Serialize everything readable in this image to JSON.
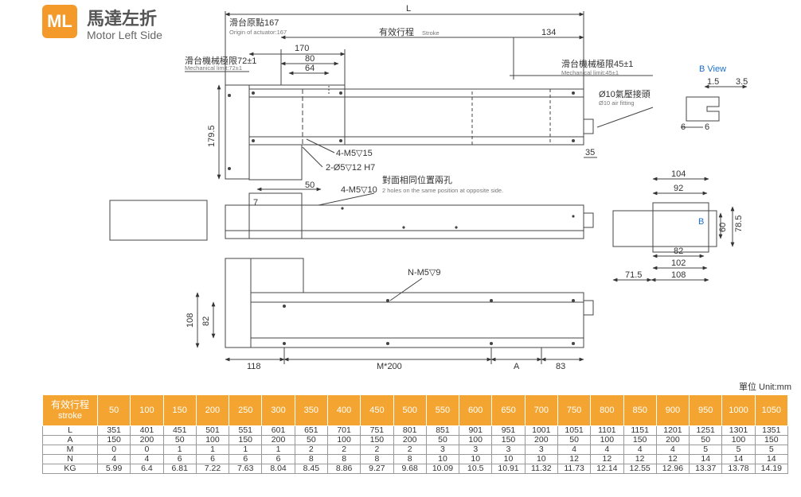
{
  "header": {
    "badge": "ML",
    "title_zh": "馬達左折",
    "title_en": "Motor Left Side"
  },
  "colors": {
    "accent": "#f39a2b",
    "table_header": "#f4a531",
    "line": "#333333",
    "blue_label": "#1a6fc9"
  },
  "drawing": {
    "L": "L",
    "origin_zh": "滑台原點167",
    "origin_en": "Origin of actuator:167",
    "stroke_zh": "有效行程",
    "stroke_en": "Stroke",
    "d134": "134",
    "d170": "170",
    "d80": "80",
    "d64": "64",
    "limit72_zh": "滑台機械極限72±1",
    "limit72_en": "Mechanical limit:72±1",
    "limit45_zh": "滑台機械極限45±1",
    "limit45_en": "Mechanical limit:45±1",
    "air_zh": "Ø10氣壓接頭",
    "air_en": "Ø10 air fitting",
    "d179_5": "179.5",
    "m5_15": "4-M5▽15",
    "phi5": "2-Ø5▽12 H7",
    "d35": "35",
    "d50": "50",
    "opp_zh": "對面相同位置兩孔",
    "opp_m5": "4-M5▽10",
    "opp_en": "2 holes on the same position at opposite side.",
    "d7": "7",
    "bview": "B View",
    "d1_5": "1.5",
    "d3_5": "3.5",
    "d6a": "6",
    "d6b": "6",
    "d104": "104",
    "d92": "92",
    "bmark": "B",
    "d60": "60",
    "d78_5": "78.5",
    "d82r": "82",
    "d102": "102",
    "d71_5": "71.5",
    "d108r": "108",
    "nm5": "N-M5▽9",
    "d108": "108",
    "d82": "82",
    "d118": "118",
    "m200": "M*200",
    "dA": "A",
    "d83": "83"
  },
  "table": {
    "unit": "單位  Unit:mm",
    "header_zh": "有效行程",
    "header_en": "stroke",
    "strokes": [
      "50",
      "100",
      "150",
      "200",
      "250",
      "300",
      "350",
      "400",
      "450",
      "500",
      "550",
      "600",
      "650",
      "700",
      "750",
      "800",
      "850",
      "900",
      "950",
      "1000",
      "1050"
    ],
    "rows": [
      {
        "label": "L",
        "values": [
          "351",
          "401",
          "451",
          "501",
          "551",
          "601",
          "651",
          "701",
          "751",
          "801",
          "851",
          "901",
          "951",
          "1001",
          "1051",
          "1101",
          "1151",
          "1201",
          "1251",
          "1301",
          "1351"
        ]
      },
      {
        "label": "A",
        "values": [
          "150",
          "200",
          "50",
          "100",
          "150",
          "200",
          "50",
          "100",
          "150",
          "200",
          "50",
          "100",
          "150",
          "200",
          "50",
          "100",
          "150",
          "200",
          "50",
          "100",
          "150"
        ]
      },
      {
        "label": "M",
        "values": [
          "0",
          "0",
          "1",
          "1",
          "1",
          "1",
          "2",
          "2",
          "2",
          "2",
          "3",
          "3",
          "3",
          "3",
          "4",
          "4",
          "4",
          "4",
          "5",
          "5",
          "5"
        ]
      },
      {
        "label": "N",
        "values": [
          "4",
          "4",
          "6",
          "6",
          "6",
          "6",
          "8",
          "8",
          "8",
          "8",
          "10",
          "10",
          "10",
          "10",
          "12",
          "12",
          "12",
          "12",
          "14",
          "14",
          "14"
        ]
      },
      {
        "label": "KG",
        "values": [
          "5.99",
          "6.4",
          "6.81",
          "7.22",
          "7.63",
          "8.04",
          "8.45",
          "8.86",
          "9.27",
          "9.68",
          "10.09",
          "10.5",
          "10.91",
          "11.32",
          "11.73",
          "12.14",
          "12.55",
          "12.96",
          "13.37",
          "13.78",
          "14.19"
        ]
      }
    ]
  }
}
